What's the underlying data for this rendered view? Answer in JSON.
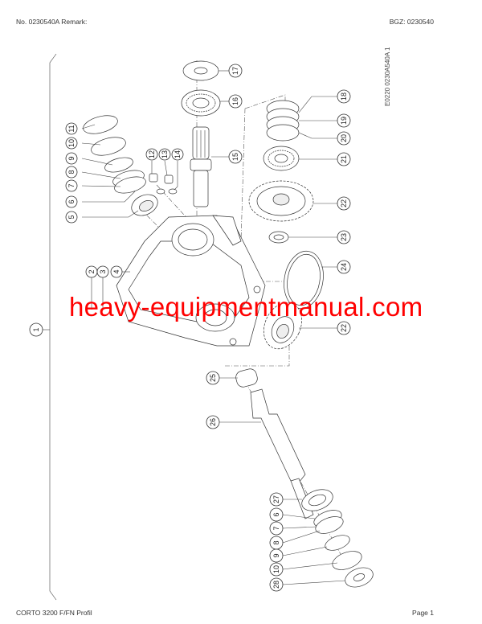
{
  "header": {
    "left": "No. 0230540A   Remark:",
    "right": "BGZ: 0230540"
  },
  "footer": {
    "left": "CORTO 3200 F/FN Profil",
    "right": "Page 1"
  },
  "drawing_code": "E0220 0230A540A 1",
  "watermark": {
    "text": "heavy-equipmentmanual.com",
    "color": "#ff0000"
  },
  "callouts": [
    {
      "id": "1",
      "label": "1"
    },
    {
      "id": "2",
      "label": "2"
    },
    {
      "id": "3",
      "label": "3"
    },
    {
      "id": "4",
      "label": "4"
    },
    {
      "id": "5",
      "label": "5"
    },
    {
      "id": "6",
      "label": "6"
    },
    {
      "id": "7",
      "label": "7"
    },
    {
      "id": "8",
      "label": "8"
    },
    {
      "id": "9",
      "label": "9"
    },
    {
      "id": "10",
      "label": "10"
    },
    {
      "id": "11",
      "label": "11"
    },
    {
      "id": "12",
      "label": "12"
    },
    {
      "id": "13",
      "label": "13"
    },
    {
      "id": "14",
      "label": "14"
    },
    {
      "id": "15",
      "label": "15"
    },
    {
      "id": "16",
      "label": "16"
    },
    {
      "id": "17",
      "label": "17"
    },
    {
      "id": "18",
      "label": "18"
    },
    {
      "id": "19",
      "label": "19"
    },
    {
      "id": "20",
      "label": "20"
    },
    {
      "id": "21",
      "label": "21"
    },
    {
      "id": "22a",
      "label": "22"
    },
    {
      "id": "23",
      "label": "23"
    },
    {
      "id": "24",
      "label": "24"
    },
    {
      "id": "22b",
      "label": "22"
    },
    {
      "id": "25",
      "label": "25"
    },
    {
      "id": "26",
      "label": "26"
    },
    {
      "id": "27",
      "label": "27"
    },
    {
      "id": "6b",
      "label": "6"
    },
    {
      "id": "7b",
      "label": "7"
    },
    {
      "id": "8b",
      "label": "8"
    },
    {
      "id": "9b",
      "label": "9"
    },
    {
      "id": "10b",
      "label": "10"
    },
    {
      "id": "28",
      "label": "28"
    }
  ]
}
